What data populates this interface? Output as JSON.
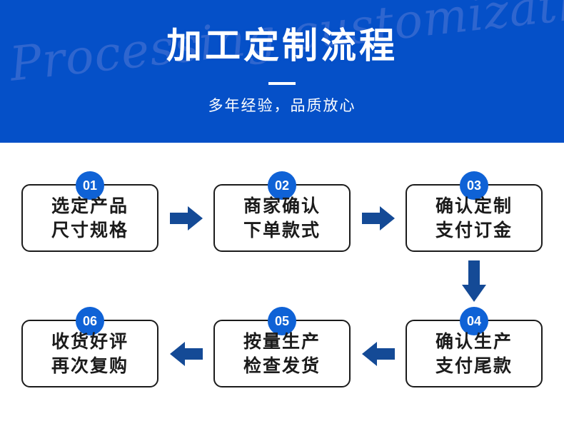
{
  "banner": {
    "title": "加工定制流程",
    "subtitle": "多年经验，品质放心",
    "watermark": "Processing customization",
    "background_color": "#0550c8",
    "text_color": "#ffffff",
    "watermark_color": "#2f66cf"
  },
  "flow": {
    "accent_color": "#0f62d6",
    "arrow_color": "#144a96",
    "box_border_color": "#1b1b1b",
    "steps": [
      {
        "number": "01",
        "line1": "选定产品",
        "line2": "尺寸规格"
      },
      {
        "number": "02",
        "line1": "商家确认",
        "line2": "下单款式"
      },
      {
        "number": "03",
        "line1": "确认定制",
        "line2": "支付订金"
      },
      {
        "number": "04",
        "line1": "确认生产",
        "line2": "支付尾款"
      },
      {
        "number": "05",
        "line1": "按量生产",
        "line2": "检查发货"
      },
      {
        "number": "06",
        "line1": "收货好评",
        "line2": "再次复购"
      }
    ],
    "arrows": [
      {
        "name": "arrow-step1-to-step2",
        "direction": "right"
      },
      {
        "name": "arrow-step2-to-step3",
        "direction": "right"
      },
      {
        "name": "arrow-step3-to-step4",
        "direction": "down"
      },
      {
        "name": "arrow-step4-to-step5",
        "direction": "left"
      },
      {
        "name": "arrow-step5-to-step6",
        "direction": "left"
      }
    ]
  }
}
